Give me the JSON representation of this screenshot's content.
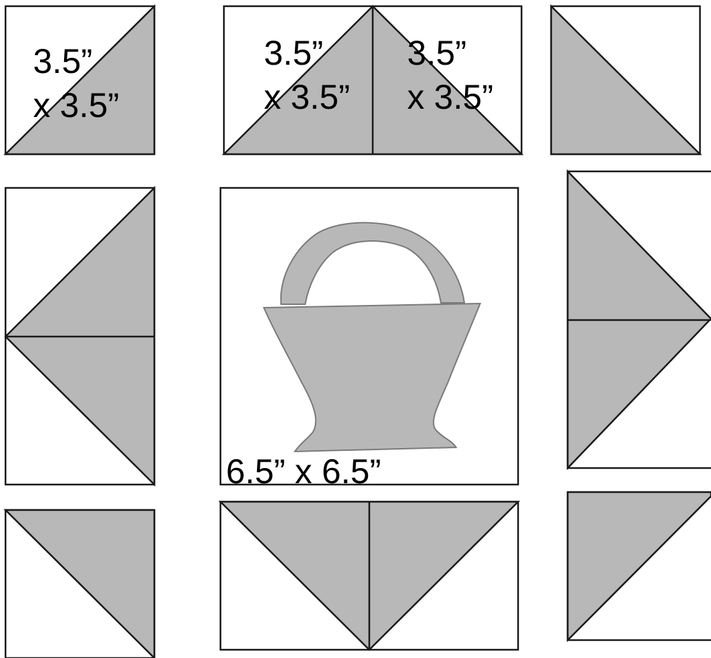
{
  "labels": {
    "corner_block_line1": "3.5”",
    "corner_block_line2": "x 3.5”",
    "hst_left_line1": "3.5”",
    "hst_left_line2": "x 3.5”",
    "hst_right_line1": "3.5”",
    "hst_right_line2": "x 3.5”",
    "center_block": "6.5” x 6.5”"
  },
  "colors": {
    "fabric": "#b8b8b8",
    "background": "#ffffff",
    "outline": "#1a1a1a"
  },
  "icons": {
    "center_motif": "basket-icon"
  }
}
